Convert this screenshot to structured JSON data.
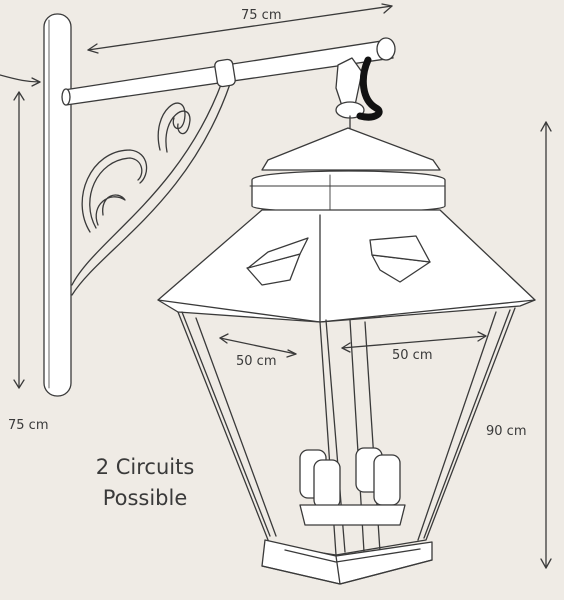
{
  "dimensions": {
    "arm_length": "75 cm",
    "bracket_height": "75 cm",
    "lantern_width_left": "50 cm",
    "lantern_width_right": "50 cm",
    "lantern_height": "90 cm"
  },
  "note": {
    "line1": "2 Circuits",
    "line2": "Possible"
  },
  "colors": {
    "background": "#efebe5",
    "line": "#3a3a3a",
    "fill": "#ffffff",
    "hook": "#111111"
  }
}
